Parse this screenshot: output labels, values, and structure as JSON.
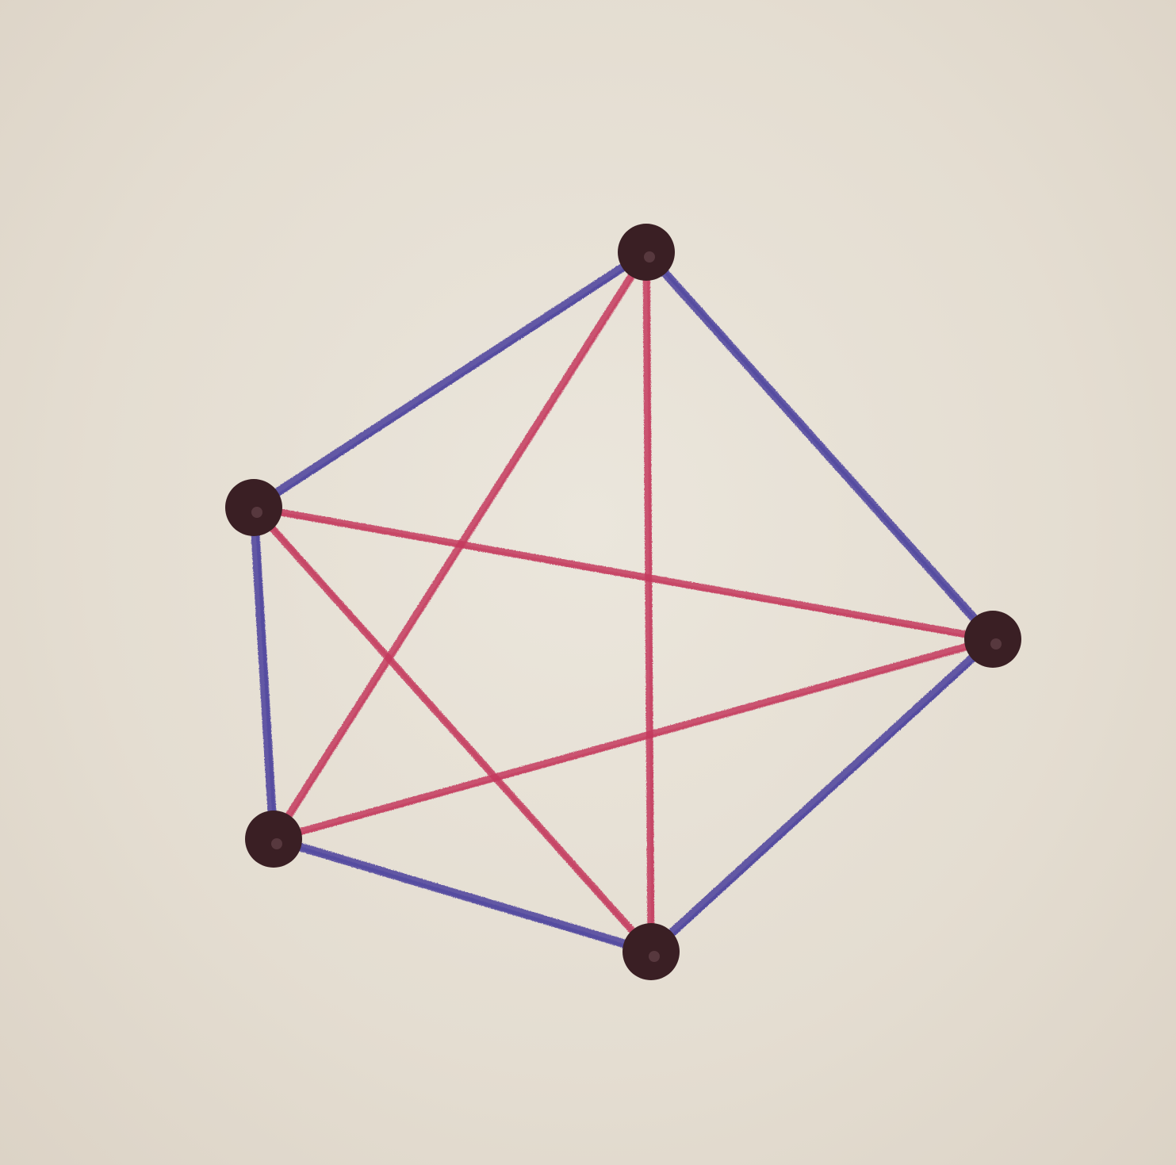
{
  "diagram": {
    "type": "graph",
    "description_free": true,
    "node_ids": [
      "top",
      "left",
      "right",
      "bottom-left",
      "bottom"
    ],
    "edges": [
      {
        "from": "top",
        "to": "left",
        "color": "blue"
      },
      {
        "from": "top",
        "to": "right",
        "color": "blue"
      },
      {
        "from": "left",
        "to": "bottom-left",
        "color": "blue"
      },
      {
        "from": "bottom-left",
        "to": "bottom",
        "color": "blue"
      },
      {
        "from": "bottom",
        "to": "right",
        "color": "blue"
      },
      {
        "from": "top",
        "to": "bottom-left",
        "color": "red"
      },
      {
        "from": "top",
        "to": "bottom",
        "color": "red"
      },
      {
        "from": "left",
        "to": "right",
        "color": "red"
      },
      {
        "from": "left",
        "to": "bottom",
        "color": "red"
      },
      {
        "from": "bottom-left",
        "to": "right",
        "color": "red"
      }
    ],
    "colors": {
      "blue": "#4a3f9c",
      "red": "#c4395e",
      "node": "#3a1f24",
      "paper": "#e6dfd3"
    }
  }
}
